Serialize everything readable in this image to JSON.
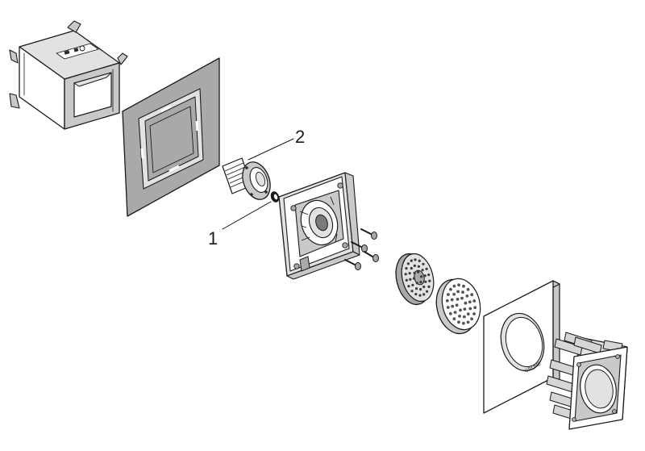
{
  "callouts": [
    {
      "id": "callout-2",
      "label": "2"
    },
    {
      "id": "callout-1",
      "label": "1"
    }
  ],
  "colors": {
    "line": "#1a1a1a",
    "plate": "#a9a9a9",
    "light_grey": "#e2e2e2",
    "mid_grey": "#c9c9c9",
    "background": "#ffffff"
  },
  "brand_mark": "GROHE"
}
